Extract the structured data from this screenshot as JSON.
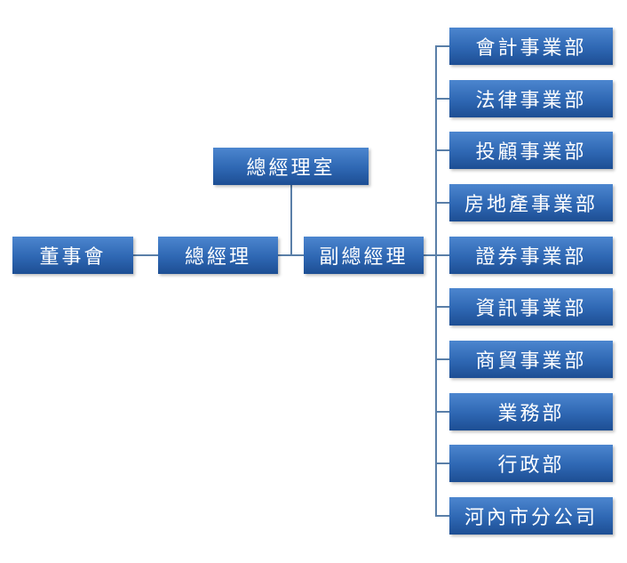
{
  "nodes": {
    "board": "董事會",
    "gm": "總經理",
    "gm_office": "總經理室",
    "deputy_gm": "副總經理"
  },
  "departments": [
    "會計事業部",
    "法律事業部",
    "投顧事業部",
    "房地產事業部",
    "證券事業部",
    "資訊事業部",
    "商貿事業部",
    "業務部",
    "行政部",
    "河內市分公司"
  ]
}
